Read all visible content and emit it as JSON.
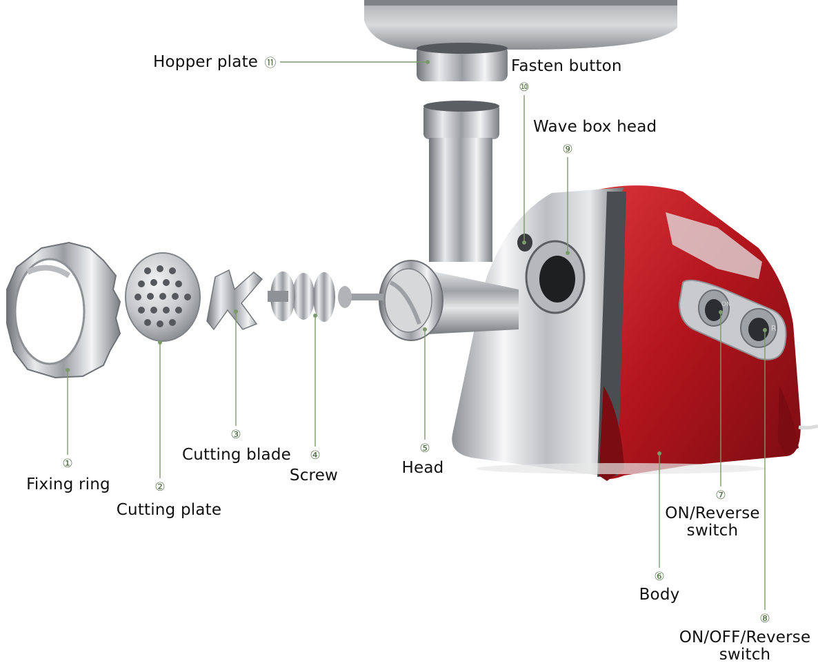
{
  "callouts": [
    {
      "number": "①",
      "label": "Fixing ring"
    },
    {
      "number": "②",
      "label": "Cutting plate"
    },
    {
      "number": "③",
      "label": "Cutting blade"
    },
    {
      "number": "④",
      "label": "Screw"
    },
    {
      "number": "⑤",
      "label": "Head"
    },
    {
      "number": "⑥",
      "label": "Body"
    },
    {
      "number": "⑦",
      "label": "ON/Reverse\nswitch"
    },
    {
      "number": "⑧",
      "label": "ON/OFF/Reverse\nswitch"
    },
    {
      "number": "⑨",
      "label": "Wave box head"
    },
    {
      "number": "⑩",
      "label": "Fasten button"
    },
    {
      "number": "⑪",
      "label": "Hopper plate"
    }
  ],
  "switch_labels": {
    "on": "ON",
    "reverse": "R"
  },
  "colors": {
    "leader_line": "#7a9a6a",
    "body_red": "#b3151d",
    "steel": "#c7c9cc"
  }
}
